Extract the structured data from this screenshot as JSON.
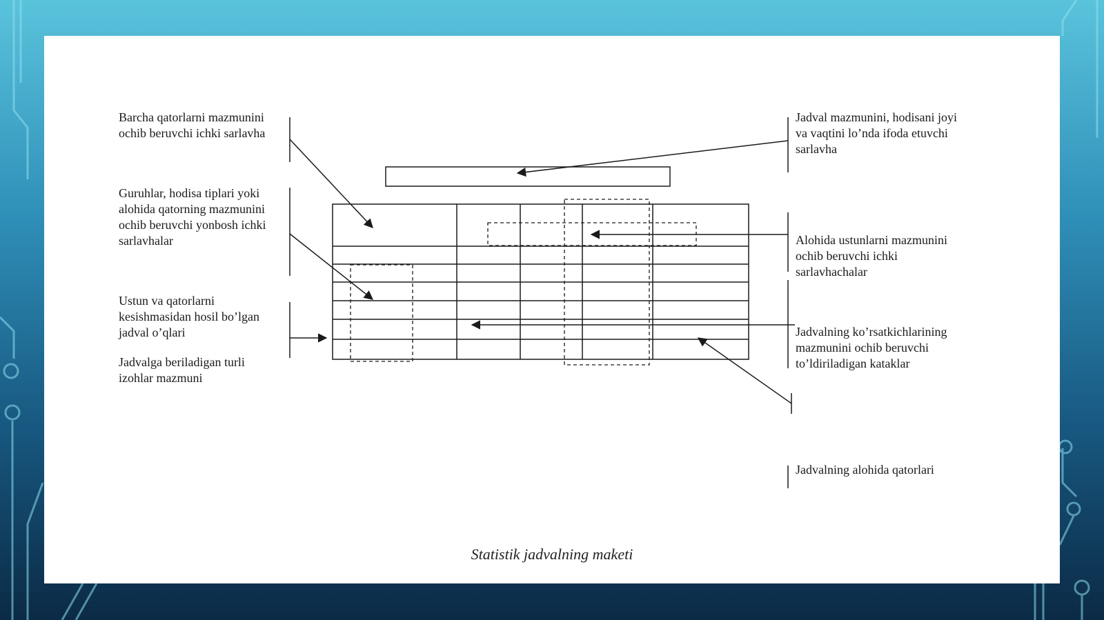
{
  "labels": {
    "inner_header": "Barcha qatorlarni mazmunini\nochib beruvchi ichki sarlavha",
    "side_headers": "Guruhlar, hodisa tiplari yoki\nalohida qatorning mazmunini\nochib beruvchi yonbosh ichki\nsarlavhalar",
    "cells": "Ustun va qatorlarni\nkesishmasidan hosil bo’lgan\njadval o’qlari",
    "notes": "Jadvalga beriladigan turli\nizohlar mazmuni",
    "main_title": "Jadval mazmunini, hodisani joyi\nva vaqtini lo’nda ifoda etuvchi\nsarlavha",
    "column_headers": "Alohida ustunlarni mazmunini\nochib beruvchi ichki\nsarlavhachalar",
    "indicator_cells": "Jadvalning ko’rsatkichlarining\nmazmunini ochib beruvchi\nto’ldiriladigan kataklar",
    "rows": "Jadvalning alohida qatorlari"
  },
  "caption": "Statistik jadvalning maketi",
  "colors": {
    "line": "#1a1a1a",
    "background_top": "#5ac3dc",
    "background_bottom": "#0b2a45"
  }
}
